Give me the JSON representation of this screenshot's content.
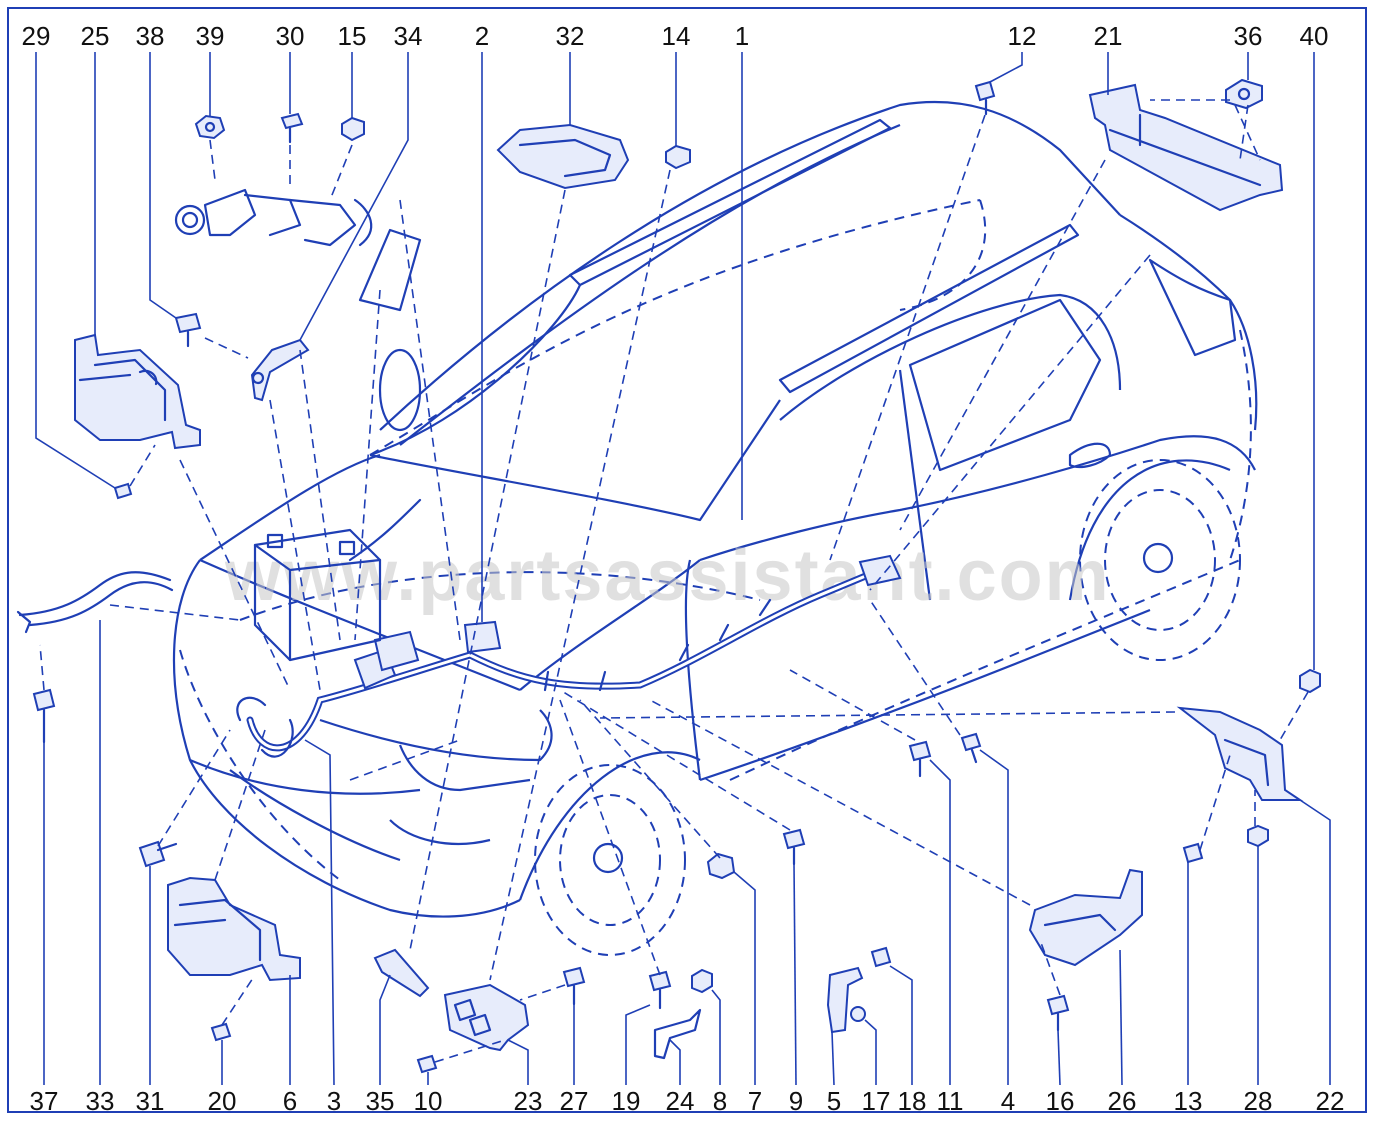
{
  "watermark": "www.partsassistant.com",
  "colors": {
    "line": "#1f3fb5",
    "text": "#111111",
    "watermark": "#c8c8c8",
    "background": "#ffffff"
  },
  "top_callouts": [
    "29",
    "25",
    "38",
    "39",
    "30",
    "15",
    "34",
    "2",
    "32",
    "14",
    "1",
    "12",
    "21",
    "36",
    "40"
  ],
  "bottom_callouts": [
    "37",
    "33",
    "31",
    "20",
    "6",
    "3",
    "35",
    "10",
    "23",
    "27",
    "19",
    "24",
    "8",
    "7",
    "9",
    "5",
    "17",
    "18",
    "11",
    "4",
    "16",
    "26",
    "13",
    "28",
    "22"
  ]
}
